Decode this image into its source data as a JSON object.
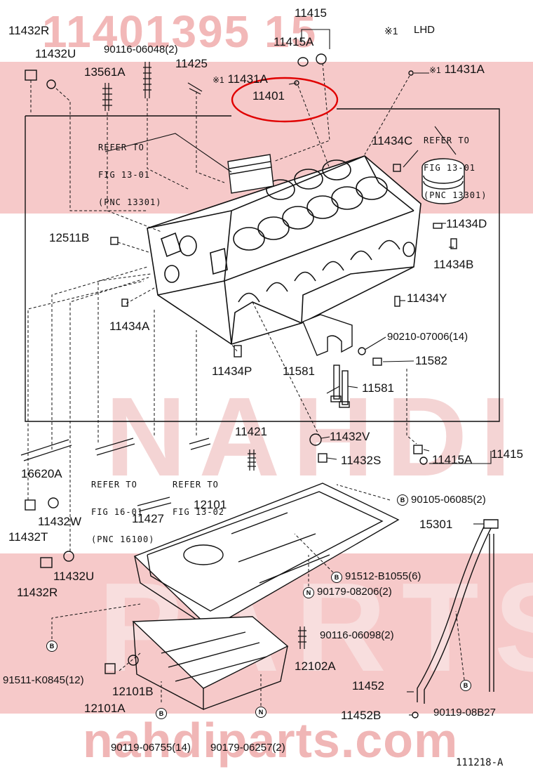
{
  "watermark": {
    "top_code": "11401395 15",
    "brand_letters": "NAHDI",
    "parts_letters": "PARTS",
    "site": "nahdiparts.com"
  },
  "legend": {
    "mark": "※1",
    "text": "LHD"
  },
  "figure_code": "111218-A",
  "highlight_color": "#e00000",
  "refer_notes": [
    {
      "id": "ref1",
      "lines": [
        "REFER TO",
        "FIG 13-01",
        "(PNC 13301)"
      ]
    },
    {
      "id": "ref2",
      "lines": [
        "REFER TO",
        "FIG 13-01",
        "(PNC 13301)"
      ]
    },
    {
      "id": "ref3",
      "lines": [
        "REFER TO",
        "FIG 16-01",
        "(PNC 16100)"
      ]
    },
    {
      "id": "ref4",
      "lines": [
        "REFER TO",
        "FIG 13-02"
      ]
    }
  ],
  "labels": [
    {
      "id": "p11432R_top",
      "text": "11432R"
    },
    {
      "id": "p11432U_top",
      "text": "11432U"
    },
    {
      "id": "p90116_06048",
      "text": "90116-06048(2)"
    },
    {
      "id": "p11415_top",
      "text": "11415"
    },
    {
      "id": "p11415A_top",
      "text": "11415A"
    },
    {
      "id": "p13561A",
      "text": "13561A"
    },
    {
      "id": "p11425",
      "text": "11425"
    },
    {
      "id": "p11431A_left",
      "text": "11431A"
    },
    {
      "id": "p11401",
      "text": "11401"
    },
    {
      "id": "p11431A_right",
      "text": "11431A"
    },
    {
      "id": "p11434C",
      "text": "11434C"
    },
    {
      "id": "p12511B",
      "text": "12511B"
    },
    {
      "id": "p11434D",
      "text": "11434D"
    },
    {
      "id": "p11434B",
      "text": "11434B"
    },
    {
      "id": "p11434Y",
      "text": "11434Y"
    },
    {
      "id": "p11434A",
      "text": "11434A"
    },
    {
      "id": "p90210_07006",
      "text": "90210-07006(14)"
    },
    {
      "id": "p11434P",
      "text": "11434P"
    },
    {
      "id": "p11581_a",
      "text": "11581"
    },
    {
      "id": "p11582",
      "text": "11582"
    },
    {
      "id": "p11581_b",
      "text": "11581"
    },
    {
      "id": "p11421",
      "text": "11421"
    },
    {
      "id": "p11432V",
      "text": "11432V"
    },
    {
      "id": "p11415_right",
      "text": "11415"
    },
    {
      "id": "p11415A_right",
      "text": "11415A"
    },
    {
      "id": "p11432S",
      "text": "11432S"
    },
    {
      "id": "p16620A",
      "text": "16620A"
    },
    {
      "id": "p90105_06085",
      "text": "90105-06085(2)"
    },
    {
      "id": "p12101",
      "text": "12101"
    },
    {
      "id": "p15301",
      "text": "15301"
    },
    {
      "id": "p11427",
      "text": "11427"
    },
    {
      "id": "p11432W",
      "text": "11432W"
    },
    {
      "id": "p11432T",
      "text": "11432T"
    },
    {
      "id": "p91512_B1055",
      "text": "91512-B1055(6)"
    },
    {
      "id": "p11432U_low",
      "text": "11432U"
    },
    {
      "id": "p11432R_low",
      "text": "11432R"
    },
    {
      "id": "p90179_08206",
      "text": "90179-08206(2)"
    },
    {
      "id": "p90116_06098",
      "text": "90116-06098(2)"
    },
    {
      "id": "p12102A",
      "text": "12102A"
    },
    {
      "id": "p91511_K0845",
      "text": "91511-K0845(12)"
    },
    {
      "id": "p12101B",
      "text": "12101B"
    },
    {
      "id": "p11452",
      "text": "11452"
    },
    {
      "id": "p12101A",
      "text": "12101A"
    },
    {
      "id": "p11452B",
      "text": "11452B"
    },
    {
      "id": "p90119_08B27",
      "text": "90119-08B27"
    },
    {
      "id": "p90119_06755",
      "text": "90119-06755(14)"
    },
    {
      "id": "p90179_06257",
      "text": "90179-06257(2)"
    }
  ],
  "markers": {
    "b": "B",
    "n": "N"
  }
}
